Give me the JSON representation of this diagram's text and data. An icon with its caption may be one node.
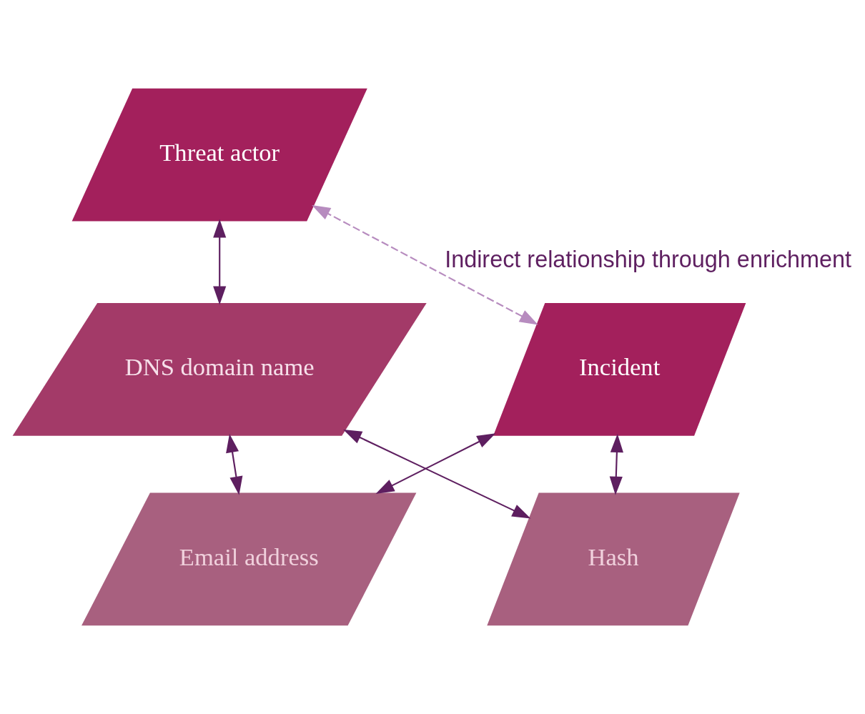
{
  "diagram": {
    "nodes": [
      {
        "text": [
          "Threat actor"
        ]
      },
      {
        "text": [
          "DNS domain name"
        ]
      },
      {
        "text": [
          "Email address"
        ]
      },
      {
        "text": [
          "Hash"
        ]
      },
      {
        "text": [
          "Incident"
        ]
      }
    ],
    "edges": [
      {
        "from": 0,
        "to": 1,
        "arrow": "both"
      },
      {
        "from": 1,
        "to": 2,
        "arrow": "both"
      },
      {
        "from": 1,
        "to": 3,
        "arrow": "both"
      },
      {
        "from": 4,
        "to": 2,
        "arrow": "both"
      },
      {
        "from": 4,
        "to": 3,
        "arrow": "both"
      },
      {
        "from": 4,
        "to": 0,
        "arrow": "both",
        "label": "Indirect relationship through enrichment",
        "style": "dashed",
        "color": "#b78cbf"
      }
    ]
  }
}
